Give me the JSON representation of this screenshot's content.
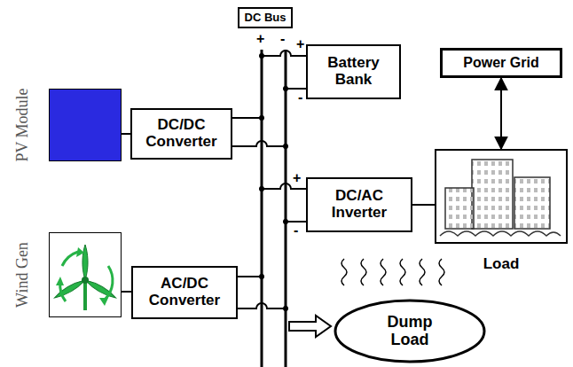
{
  "diagram": {
    "nodes": [
      {
        "text": [
          "DC Bus"
        ]
      },
      {
        "text": [
          "Battery Bank"
        ]
      },
      {
        "text": [
          "Power Grid"
        ]
      },
      {
        "text": [
          "PV Module"
        ]
      },
      {
        "text": [
          "DC/DC Converter"
        ]
      },
      {
        "text": [
          "DC/AC Inverter"
        ]
      },
      {
        "text": [
          "Load"
        ]
      },
      {
        "text": [
          "Wind Gen"
        ]
      },
      {
        "text": [
          "AC/DC Converter"
        ]
      },
      {
        "text": [
          "Dump Load"
        ]
      }
    ],
    "edges": [
      {
        "from": 3,
        "to": 4,
        "arrow": "none"
      },
      {
        "from": 2,
        "to": 6,
        "arrow": "both"
      },
      {
        "from": 5,
        "to": 6,
        "arrow": "none"
      },
      {
        "from": 7,
        "to": 8,
        "arrow": "none"
      }
    ],
    "labels": [
      "+",
      "-",
      "+",
      "-",
      "+",
      "-"
    ]
  }
}
